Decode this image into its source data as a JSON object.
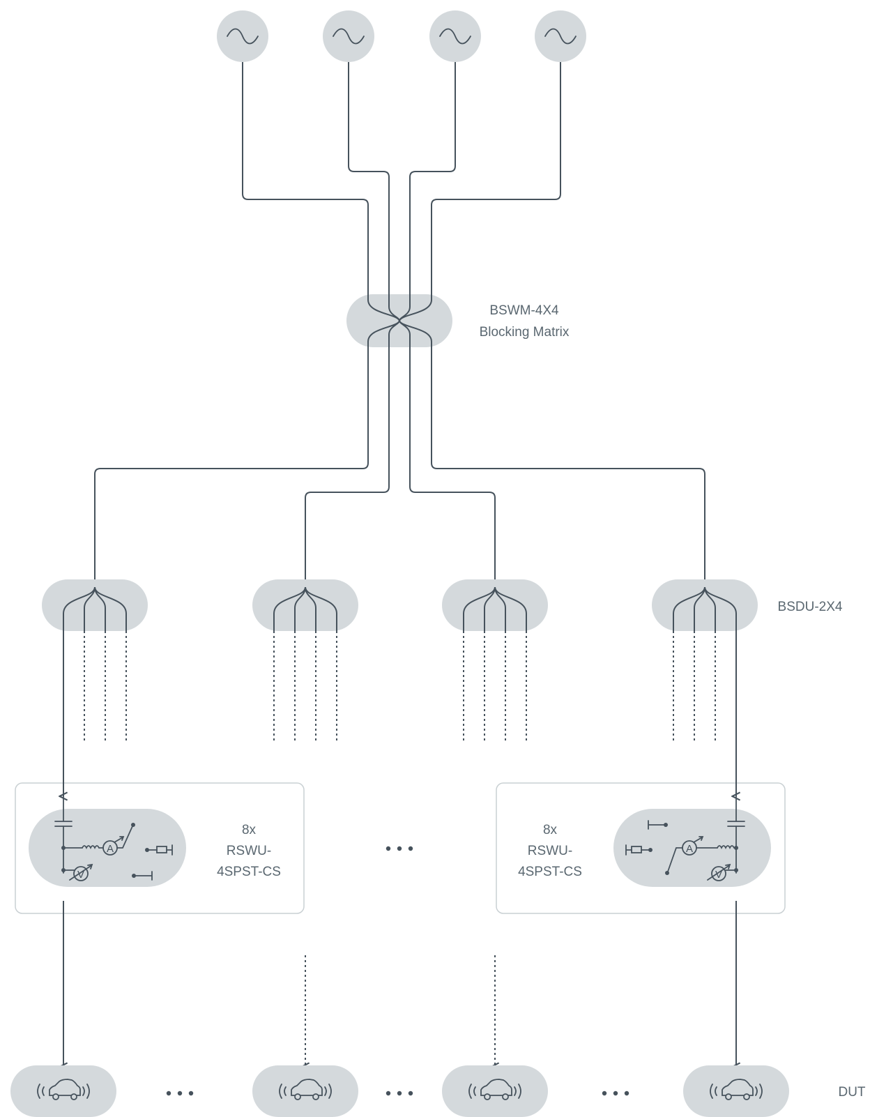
{
  "labels": {
    "matrix_name": "BSWM-4X4",
    "matrix_desc": "Blocking Matrix",
    "splitter": "BSDU-2X4",
    "switch_count": "8x",
    "switch_name_1": "RSWU-",
    "switch_name_2": "4SPST-CS",
    "dut": "DUT"
  },
  "symbols": {
    "source": "ac-source-icon",
    "capacitor": "capacitor-icon",
    "ammeter": "ammeter-icon",
    "voltmeter": "voltmeter-icon",
    "resistor": "resistor-icon",
    "inductor": "inductor-icon",
    "switch": "switch-icon",
    "open": "open-terminal-icon",
    "car": "car-wireless-icon",
    "ellipsis": "ellipsis-icon"
  },
  "meter_letters": {
    "ammeter": "A",
    "voltmeter": "V"
  },
  "colors": {
    "line": "#46525c",
    "pill": "#d4d9dc",
    "box_border": "#c9d0d3",
    "text": "#5a6770"
  },
  "counts": {
    "sources": 4,
    "splitters": 4,
    "splitter_outputs": 4,
    "switch_units_shown": 2,
    "duts_shown": 4
  }
}
